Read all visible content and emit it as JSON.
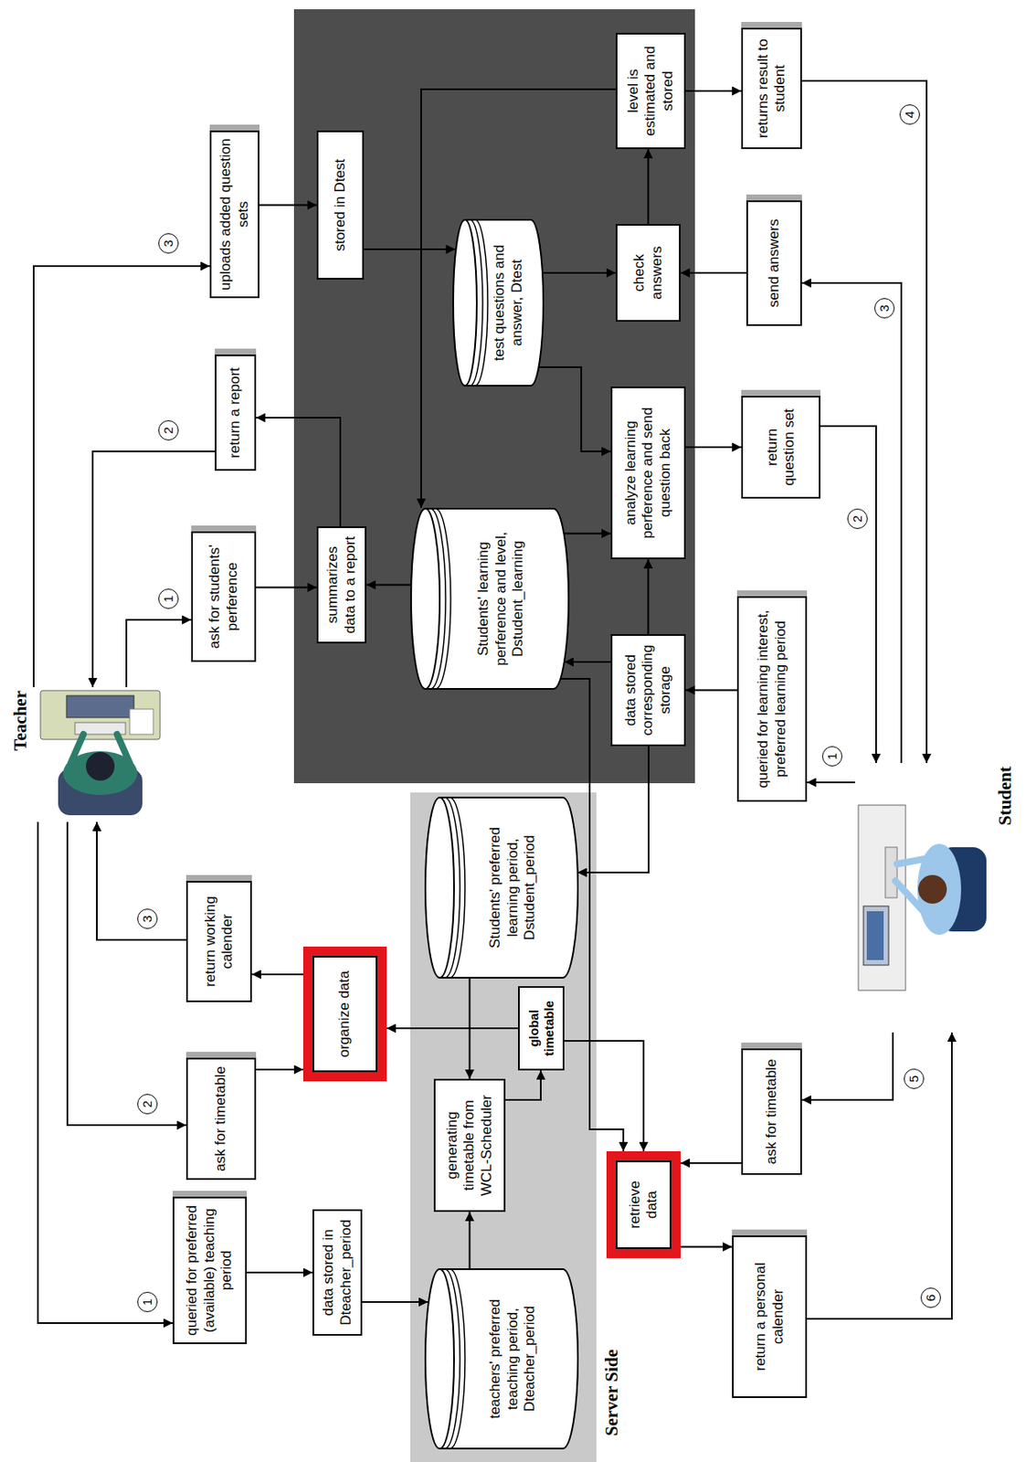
{
  "diagram": {
    "nodes": [
      {
        "text": [
          "Teacher"
        ]
      },
      {
        "text": [
          "queried for preferred (available) teaching period"
        ]
      },
      {
        "text": [
          "data stored in Dteacher_period"
        ]
      },
      {
        "text": [
          "teachers' preferred teaching period, Dteacher_period"
        ]
      },
      {
        "text": [
          "ask for timetable"
        ]
      },
      {
        "text": [
          "generating timetable from WCL-Scheduler"
        ]
      },
      {
        "text": [
          "global timetable"
        ]
      },
      {
        "text": [
          "organize data"
        ]
      },
      {
        "text": [
          "return working calender"
        ]
      },
      {
        "text": [
          "Students' preferred learning period, Dstudent_period"
        ]
      },
      {
        "text": [
          "ask for students' perference"
        ]
      },
      {
        "text": [
          "summarizes data to a report"
        ]
      },
      {
        "text": [
          "return a report"
        ]
      },
      {
        "text": [
          "Students' learning perference and level, Dstudent_learning"
        ]
      },
      {
        "text": [
          "uploads added question sets"
        ]
      },
      {
        "text": [
          "stored in Dtest"
        ]
      },
      {
        "text": [
          "test questions and answer, Dtest"
        ]
      },
      {
        "text": [
          "data stored corresponding storage"
        ]
      },
      {
        "text": [
          "analyze learning perference and send question back"
        ]
      },
      {
        "text": [
          "check answers"
        ]
      },
      {
        "text": [
          "level is estimated and stored"
        ]
      },
      {
        "text": [
          "retrieve data"
        ]
      },
      {
        "text": [
          "Student"
        ]
      },
      {
        "text": [
          "queried for learning interest, preferred learning period"
        ]
      },
      {
        "text": [
          "return question set"
        ]
      },
      {
        "text": [
          "send answers"
        ]
      },
      {
        "text": [
          "returns result to student"
        ]
      },
      {
        "text": [
          "ask for timetable"
        ]
      },
      {
        "text": [
          "return a personal calender"
        ]
      }
    ],
    "edges": [
      {
        "from": 0,
        "to": 1,
        "arrow": "to"
      },
      {
        "from": 1,
        "to": 2,
        "arrow": "to"
      },
      {
        "from": 2,
        "to": 3,
        "arrow": "to"
      },
      {
        "from": 3,
        "to": 5,
        "arrow": "to"
      },
      {
        "from": 5,
        "to": 6,
        "arrow": "to"
      },
      {
        "from": 9,
        "to": 5,
        "arrow": "to"
      },
      {
        "from": 6,
        "to": 7,
        "arrow": "to"
      },
      {
        "from": 0,
        "to": 4,
        "arrow": "to"
      },
      {
        "from": 4,
        "to": 7,
        "arrow": "to"
      },
      {
        "from": 7,
        "to": 8,
        "arrow": "to"
      },
      {
        "from": 8,
        "to": 0,
        "arrow": "to"
      },
      {
        "from": 0,
        "to": 10,
        "arrow": "to"
      },
      {
        "from": 10,
        "to": 11,
        "arrow": "to"
      },
      {
        "from": 13,
        "to": 11,
        "arrow": "to"
      },
      {
        "from": 11,
        "to": 12,
        "arrow": "to"
      },
      {
        "from": 12,
        "to": 0,
        "arrow": "to"
      },
      {
        "from": 0,
        "to": 14,
        "arrow": "to"
      },
      {
        "from": 14,
        "to": 15,
        "arrow": "to"
      },
      {
        "from": 15,
        "to": 16,
        "arrow": "to"
      },
      {
        "from": 20,
        "to": 13,
        "arrow": "to"
      },
      {
        "from": 22,
        "to": 23,
        "arrow": "to"
      },
      {
        "from": 23,
        "to": 17,
        "arrow": "to"
      },
      {
        "from": 17,
        "to": 13,
        "arrow": "to"
      },
      {
        "from": 17,
        "to": 9,
        "arrow": "to"
      },
      {
        "from": 17,
        "to": 18,
        "arrow": "to"
      },
      {
        "from": 13,
        "to": 18,
        "arrow": "to"
      },
      {
        "from": 16,
        "to": 18,
        "arrow": "to"
      },
      {
        "from": 18,
        "to": 24,
        "arrow": "to"
      },
      {
        "from": 24,
        "to": 22,
        "arrow": "to"
      },
      {
        "from": 22,
        "to": 25,
        "arrow": "to"
      },
      {
        "from": 25,
        "to": 19,
        "arrow": "to"
      },
      {
        "from": 16,
        "to": 19,
        "arrow": "to"
      },
      {
        "from": 19,
        "to": 20,
        "arrow": "to"
      },
      {
        "from": 20,
        "to": 26,
        "arrow": "to"
      },
      {
        "from": 26,
        "to": 22,
        "arrow": "to"
      },
      {
        "from": 22,
        "to": 27,
        "arrow": "to"
      },
      {
        "from": 27,
        "to": 21,
        "arrow": "to"
      },
      {
        "from": 6,
        "to": 21,
        "arrow": "to"
      },
      {
        "from": 13,
        "to": 21,
        "arrow": "to"
      },
      {
        "from": 21,
        "to": 28,
        "arrow": "to"
      },
      {
        "from": 28,
        "to": 22,
        "arrow": "to"
      }
    ],
    "labels": [
      "1",
      "2",
      "3",
      "1",
      "2",
      "3",
      "1",
      "2",
      "3",
      "4",
      "5",
      "6",
      "Server Side"
    ]
  }
}
